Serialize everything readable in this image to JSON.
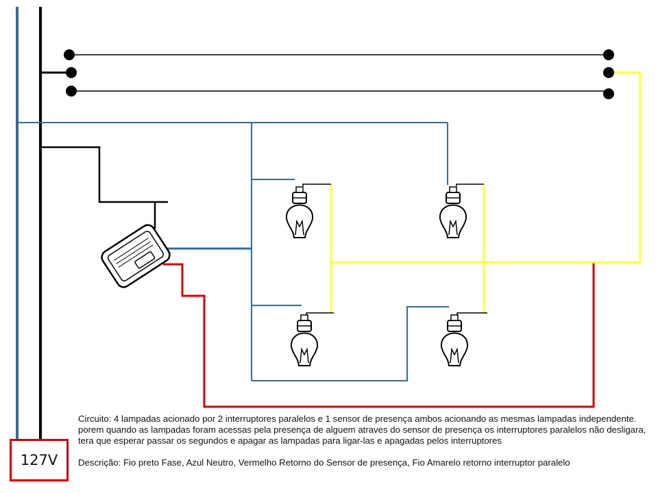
{
  "power": {
    "voltage_label": "127V"
  },
  "description": {
    "circuit_text": "Circuito: 4 lampadas acionado por 2 interruptores paralelos e 1 sensor de presença ambos acionando as mesmas lampadas independente. porem quando as lampadas foram acessas pela presença de alguem atraves do sensor de presença os interruptores paralelos não desligara, tera que esperar passar os segundos e apagar as lampadas para ligar-las e apagadas pelos interruptores",
    "legend_text": "Descrição: Fio preto Fase, Azul Neutro, Vermelho Retorno do Sensor de presença, Fio Amarelo retorno interruptor paralelo"
  },
  "wire_colors": {
    "phase": "#000000",
    "neutral": "#2e6da4",
    "sensor_return": "#e00000",
    "switch_return": "#ffff3a"
  },
  "components": {
    "switches": [
      "switch-left",
      "switch-right"
    ],
    "lamps": [
      "lamp-top-left",
      "lamp-top-right",
      "lamp-bottom-left",
      "lamp-bottom-right"
    ],
    "sensor": "presence-sensor"
  }
}
